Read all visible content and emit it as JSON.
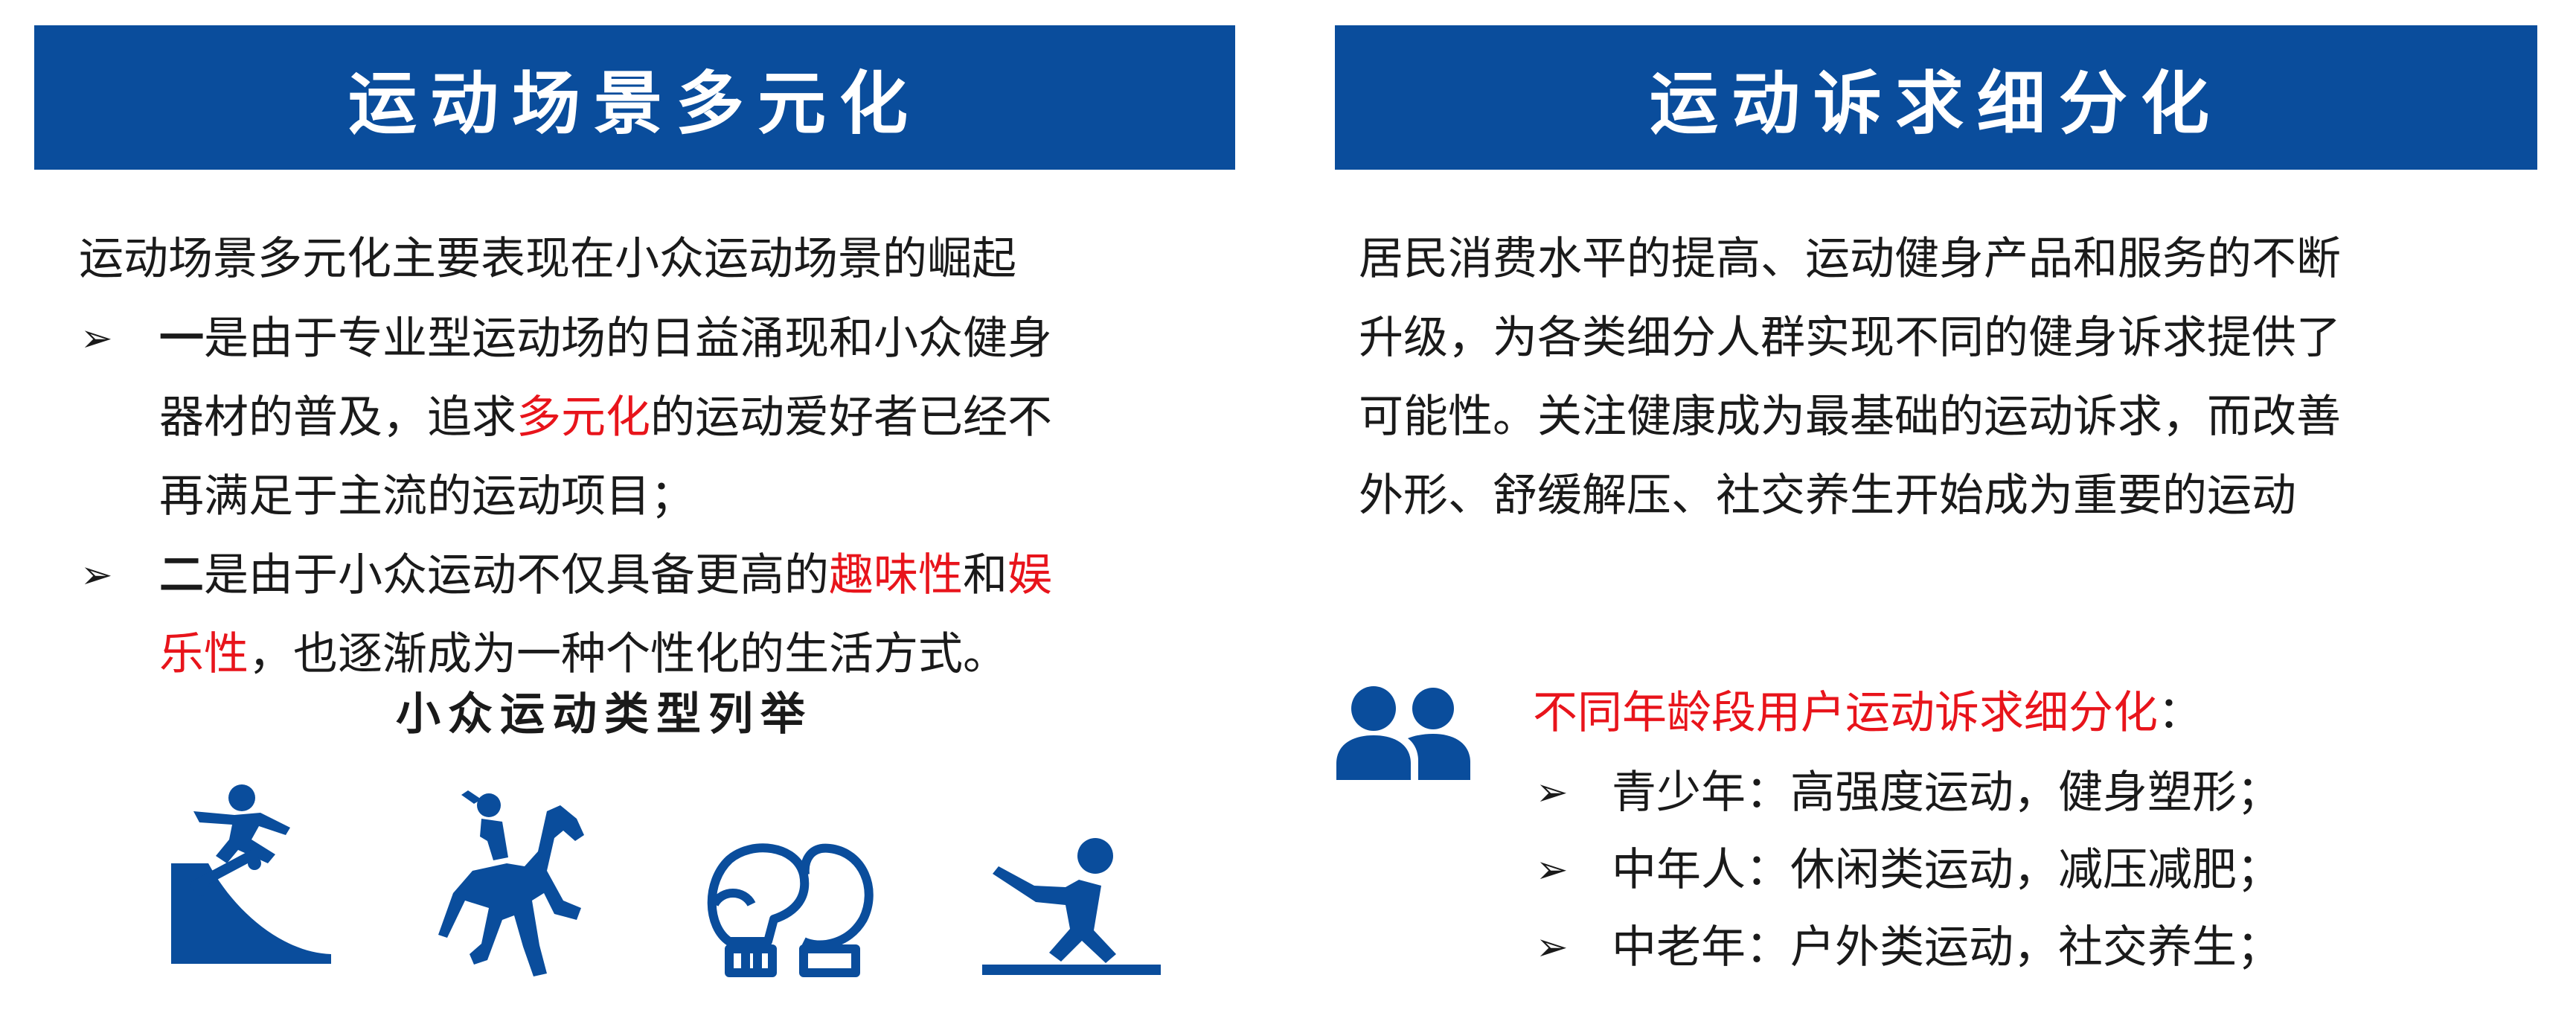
{
  "left": {
    "banner_title": "运动场景多元化",
    "intro": "运动场景多元化主要表现在小众运动场景的崛起",
    "bullet_glyph": "➢",
    "bullet1": {
      "line1_bold": "一",
      "line1_rest": "是由于专业型运动场的日益涌现和小众健身",
      "line2_a": "器材的普及，追求",
      "line2_red": "多元化",
      "line2_b": "的运动爱好者已经不",
      "line3": "再满足于主流的运动项目；"
    },
    "bullet2": {
      "line1_bold": "二",
      "line1_rest": "是由于小众运动不仅具备更高的",
      "line1_red1": "趣味性",
      "line1_and": "和",
      "line1_red2": "娱",
      "line2_red": "乐性",
      "line2_rest": "，也逐渐成为一种个性化的生活方式。"
    },
    "subtitle": "小众运动类型列举",
    "icons": [
      "skateboard-icon",
      "equestrian-icon",
      "boxing-gloves-icon",
      "baseball-batter-icon"
    ]
  },
  "right": {
    "banner_title": "运动诉求细分化",
    "paragraph": [
      "居民消费水平的提高、运动健身产品和服务的不断",
      "升级，为各类细分人群实现不同的健身诉求提供了",
      "可能性。关注健康成为最基础的运动诉求，而改善",
      "外形、舒缓解压、社交养生开始成为重要的运动"
    ],
    "age_heading": "不同年龄段用户运动诉求细分化",
    "age_heading_colon": "：",
    "bullet_glyph": "➢",
    "age_groups": [
      "青少年：高强度运动，健身塑形；",
      "中年人：休闲类运动，减压减肥；",
      "中老年：户外类运动，社交养生；"
    ]
  },
  "colors": {
    "banner_blue": "#0a4d9c",
    "accent_red": "#e8141b",
    "icon_blue": "#0a4d9c"
  }
}
